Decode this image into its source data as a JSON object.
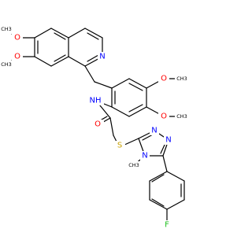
{
  "molecule": {
    "labels": {
      "o_iq6": "O",
      "me_iq6": "CH3",
      "o_iq7": "O",
      "me_iq7": "CH3",
      "n_iq": "N",
      "o_ph4": "O",
      "me_ph4": "CH3",
      "o_ph5": "O",
      "me_ph5": "CH3",
      "nh": "NH",
      "o_carbonyl": "O",
      "s": "S",
      "n_tz1": "N",
      "n_tz2": "N",
      "n_tz4": "N",
      "me_n4": "CH3",
      "f": "F"
    },
    "colors": {
      "carbon": "#000000",
      "oxygen": "#ff0000",
      "nitrogen": "#0000ff",
      "sulfur": "#c8a000",
      "fluorine": "#20c020"
    }
  }
}
